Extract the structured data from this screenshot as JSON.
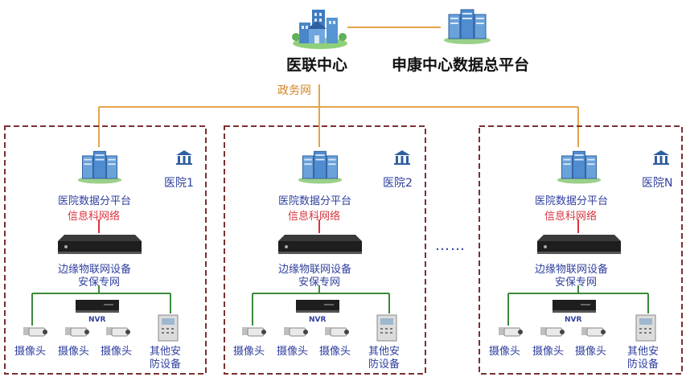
{
  "center": {
    "name": "医联中心",
    "icon": "city-building-icon"
  },
  "platform": {
    "name": "申康中心数据总平台",
    "icon": "server-cluster-icon"
  },
  "gov_network": "政务网",
  "ellipsis": "……",
  "colors": {
    "gov_line": "#e3a44b",
    "info_line": "#d8343f",
    "security_line": "#3a8a3a",
    "box_border": "#7a3030",
    "label_blue": "#2f3f9e"
  },
  "hospitals": [
    {
      "name": "医院1",
      "platform_label": "医院数据分平台",
      "info_network": "信息科网络",
      "edge_device": "边缘物联网设备",
      "security_network": "安保专网",
      "nvr": "NVR",
      "cameras": [
        "摄像头",
        "摄像头",
        "摄像头"
      ],
      "other_line1": "其他安",
      "other_line2": "防设备"
    },
    {
      "name": "医院2",
      "platform_label": "医院数据分平台",
      "info_network": "信息科网络",
      "edge_device": "边缘物联网设备",
      "security_network": "安保专网",
      "nvr": "NVR",
      "cameras": [
        "摄像头",
        "摄像头",
        "摄像头"
      ],
      "other_line1": "其他安",
      "other_line2": "防设备"
    },
    {
      "name": "医院N",
      "platform_label": "医院数据分平台",
      "info_network": "信息科网络",
      "edge_device": "边缘物联网设备",
      "security_network": "安保专网",
      "nvr": "NVR",
      "cameras": [
        "摄像头",
        "摄像头",
        "摄像头"
      ],
      "other_line1": "其他安",
      "other_line2": "防设备"
    }
  ]
}
